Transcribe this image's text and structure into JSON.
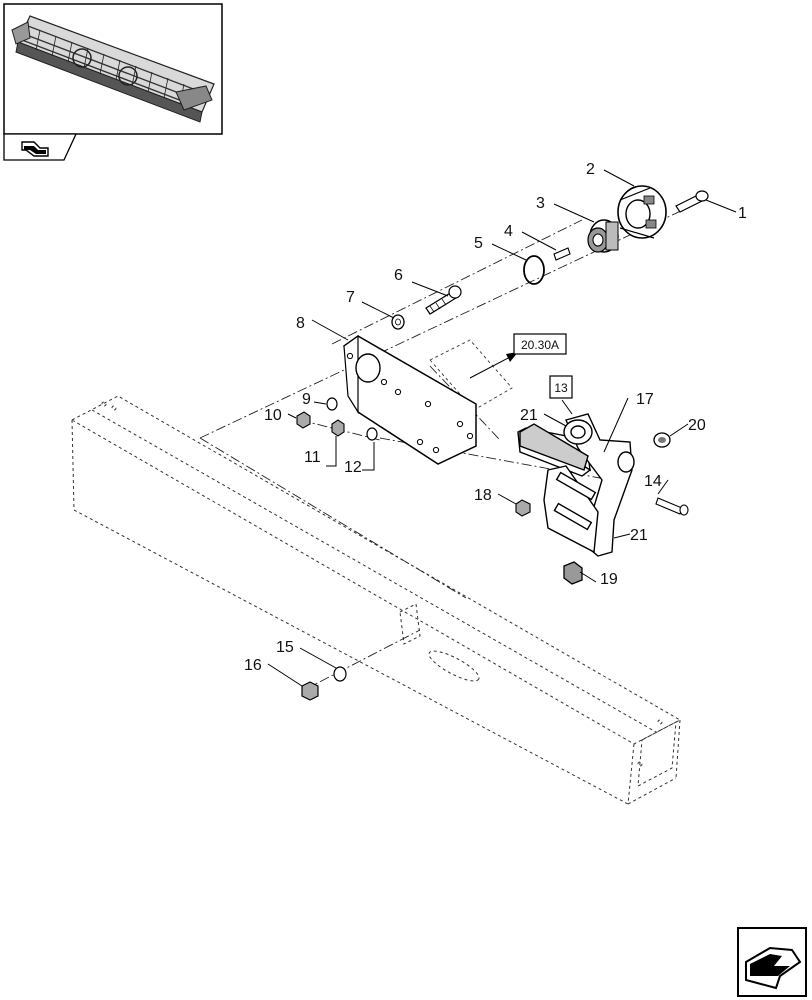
{
  "callouts": {
    "c1": "1",
    "c2": "2",
    "c3": "3",
    "c4": "4",
    "c5": "5",
    "c6": "6",
    "c7": "7",
    "c8": "8",
    "c9": "9",
    "c10": "10",
    "c11": "11",
    "c12": "12",
    "c14": "14",
    "c15": "15",
    "c16": "16",
    "c17": "17",
    "c18": "18",
    "c19": "19",
    "c20": "20",
    "c21a": "21",
    "c21b": "21"
  },
  "refs": {
    "section_ref": "20.30A",
    "boxed_item": "13"
  },
  "icons": {
    "thumbnail": "header-thumbnail-icon",
    "prev_page": "prev-page-icon",
    "next_page": "next-page-icon"
  }
}
